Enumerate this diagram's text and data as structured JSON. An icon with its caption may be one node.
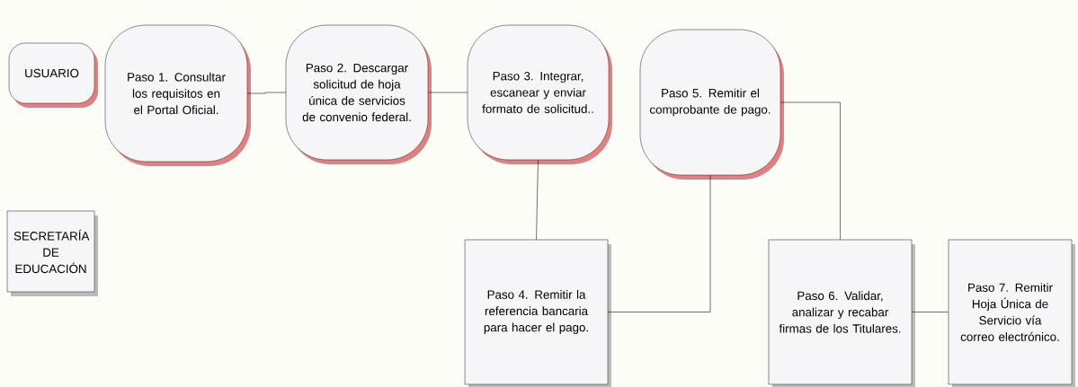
{
  "diagram": {
    "nodes": [
      {
        "text": [
          "USUARIO"
        ]
      },
      {
        "text": [
          "Paso 1. Consultar los requisitos  en el Portal Oficial."
        ]
      },
      {
        "text": [
          "Paso 2. Descargar  solicitud de hoja única de servicios de convenio federal."
        ]
      },
      {
        "text": [
          "Paso 3. Integrar, escanear y enviar formato de solicitud.."
        ]
      },
      {
        "text": [
          "Paso 5. Remitir el comprobante de pago."
        ]
      },
      {
        "text": [
          "SECRETARÍA DE EDUCACIÓN"
        ]
      },
      {
        "text": [
          "Paso 4. Remitir la referencia bancaria para hacer el pago."
        ]
      },
      {
        "text": [
          "Paso 6. Validar, analizar y recabar firmas de los Titulares."
        ]
      },
      {
        "text": [
          "Paso 7. Remitir Hoja Única de Servicio vía correo electrónico."
        ]
      }
    ],
    "edges": [
      {
        "from": 1,
        "to": 2,
        "arrow": "none"
      },
      {
        "from": 2,
        "to": 3,
        "arrow": "none"
      },
      {
        "from": 3,
        "to": 6,
        "arrow": "none"
      },
      {
        "from": 6,
        "to": 4,
        "arrow": "none"
      },
      {
        "from": 4,
        "to": 7,
        "arrow": "none"
      },
      {
        "from": 7,
        "to": 8,
        "arrow": "none"
      }
    ]
  }
}
